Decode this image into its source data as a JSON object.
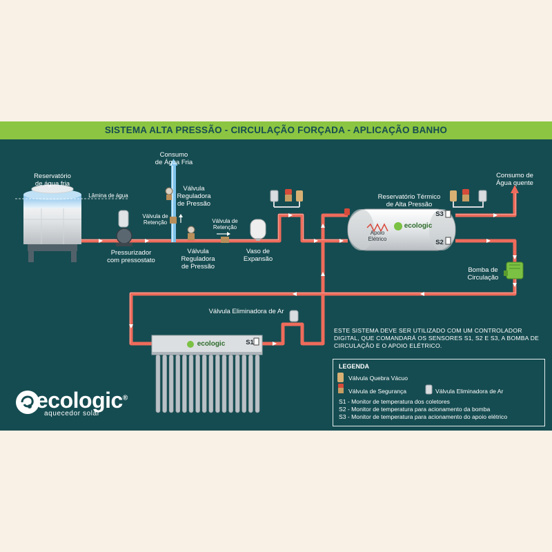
{
  "title": "SISTEMA ALTA PRESSÃO - CIRCULAÇÃO FORÇADA - APLICAÇÃO BANHO",
  "labels": {
    "cold_reservoir": [
      "Reservatório",
      "de água fria"
    ],
    "water_level": "Lâmina de água",
    "pressurizer": [
      "Pressurizador",
      "com pressostato"
    ],
    "cold_consumption": [
      "Consumo",
      "de Água Fria"
    ],
    "pressure_valve_top": [
      "Válvula",
      "Reguladora",
      "de Pressão"
    ],
    "check_valve_left": [
      "Válvula de",
      "Retenção"
    ],
    "check_valve_right": [
      "Válvula de",
      "Retenção"
    ],
    "pressure_valve_bottom": [
      "Válvula",
      "Reguladora",
      "de Pressão"
    ],
    "expansion_vessel": [
      "Vaso de",
      "Expansão"
    ],
    "thermal_reservoir": [
      "Reservatório Térmico",
      "de Alta Pressão"
    ],
    "hot_consumption": [
      "Consumo de",
      "Água quente"
    ],
    "circulation_pump": [
      "Bomba de",
      "Circulação"
    ],
    "air_valve": "Válvula Eliminadora de Ar",
    "electric_support": [
      "Apoio",
      "Elétrico"
    ],
    "s1": "S1",
    "s2": "S2",
    "s3": "S3",
    "tank_brand": "ecologic",
    "collector_brand": "ecologic"
  },
  "note": "ESTE SISTEMA DEVE SER UTILIZADO COM UM CONTROLADOR DIGITAL, QUE COMANDARÁ OS SENSORES S1, S2 E S3, A BOMBA DE CIRCULAÇÃO E O APOIO ELÉTRICO.",
  "legend": {
    "title": "LEGENDA",
    "vacuum_valve": "Válvula Quebra Vácuo",
    "safety_valve": "Válvula de Segurança",
    "air_valve": "Válvula Eliminadora de Ar",
    "s1": "S1 - Monitor de temperatura dos coletores",
    "s2": "S2 - Monitor de temperatura para acionamento da bomba",
    "s3": "S3 - Monitor de temperatura para acionamento do apoio elétrico"
  },
  "brand": {
    "name": "ecologic",
    "reg": "®",
    "tagline": "aquecedor solar"
  },
  "colors": {
    "background": "#f9f1e6",
    "panel": "#154c51",
    "title_bar": "#8cc541",
    "hot_pipe": "#ef6b5b",
    "cold_pipe": "#7ec3ec",
    "pump_green": "#7bc143"
  },
  "icons": [
    "vacuum-break-valve-icon",
    "safety-valve-icon",
    "air-eliminator-valve-icon",
    "pump-icon",
    "pressurizer-icon",
    "check-valve-icon"
  ]
}
